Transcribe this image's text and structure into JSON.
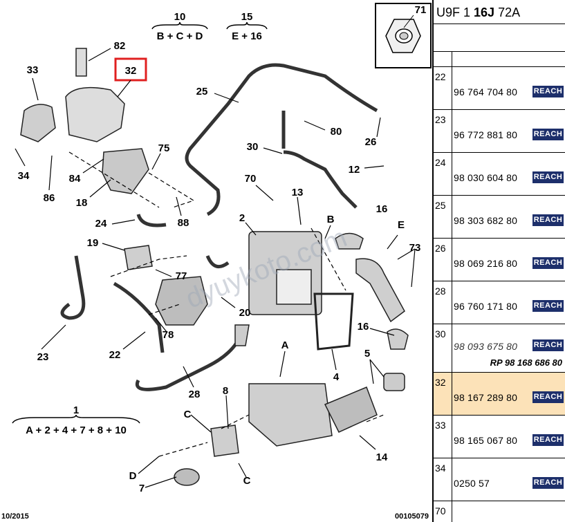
{
  "formulas": {
    "f10": {
      "label": "10",
      "expr": "B + C + D"
    },
    "f15": {
      "label": "15",
      "expr": "E + 16"
    },
    "f1": {
      "label": "1",
      "expr": "A + 2 + 4 + 7 + 8 + 10"
    }
  },
  "callouts": [
    "82",
    "32",
    "33",
    "34",
    "86",
    "84",
    "18",
    "75",
    "88",
    "25",
    "80",
    "30",
    "26",
    "70",
    "13",
    "12",
    "2",
    "B",
    "16",
    "E",
    "24",
    "19",
    "77",
    "20",
    "73",
    "23",
    "78",
    "22",
    "28",
    "8",
    "C",
    "D",
    "7",
    "16",
    "5",
    "4",
    "A",
    "14",
    "71"
  ],
  "footer": {
    "date": "10/2015",
    "ref": "00105079"
  },
  "watermark": "dyuykoto.com",
  "panel": {
    "code_part1": "U9F 1 ",
    "code_bold": "16J",
    "code_part2": " 72A",
    "rows": [
      {
        "index": "22",
        "part": "96 764 704 80",
        "badge": "REACH"
      },
      {
        "index": "23",
        "part": "96 772 881 80",
        "badge": "REACH"
      },
      {
        "index": "24",
        "part": "98 030 604 80",
        "badge": "REACH"
      },
      {
        "index": "25",
        "part": "98 303 682 80",
        "badge": "REACH"
      },
      {
        "index": "26",
        "part": "98 069 216 80",
        "badge": "REACH"
      },
      {
        "index": "28",
        "part": "96 760 171 80",
        "badge": "REACH"
      },
      {
        "index": "30",
        "part": "98 093 675 80",
        "badge": "REACH",
        "replacement": "RP 98 168 686 80"
      },
      {
        "index": "32",
        "part": "98 167 289 80",
        "badge": "REACH"
      },
      {
        "index": "33",
        "part": "98 165 067 80",
        "badge": "REACH"
      },
      {
        "index": "34",
        "part": "0250 57",
        "badge": "REACH"
      },
      {
        "index": "70"
      }
    ]
  },
  "colors": {
    "highlight_box": "#e02020",
    "highlight_row": "#fce2b8",
    "badge_bg": "#1d2f6b"
  }
}
